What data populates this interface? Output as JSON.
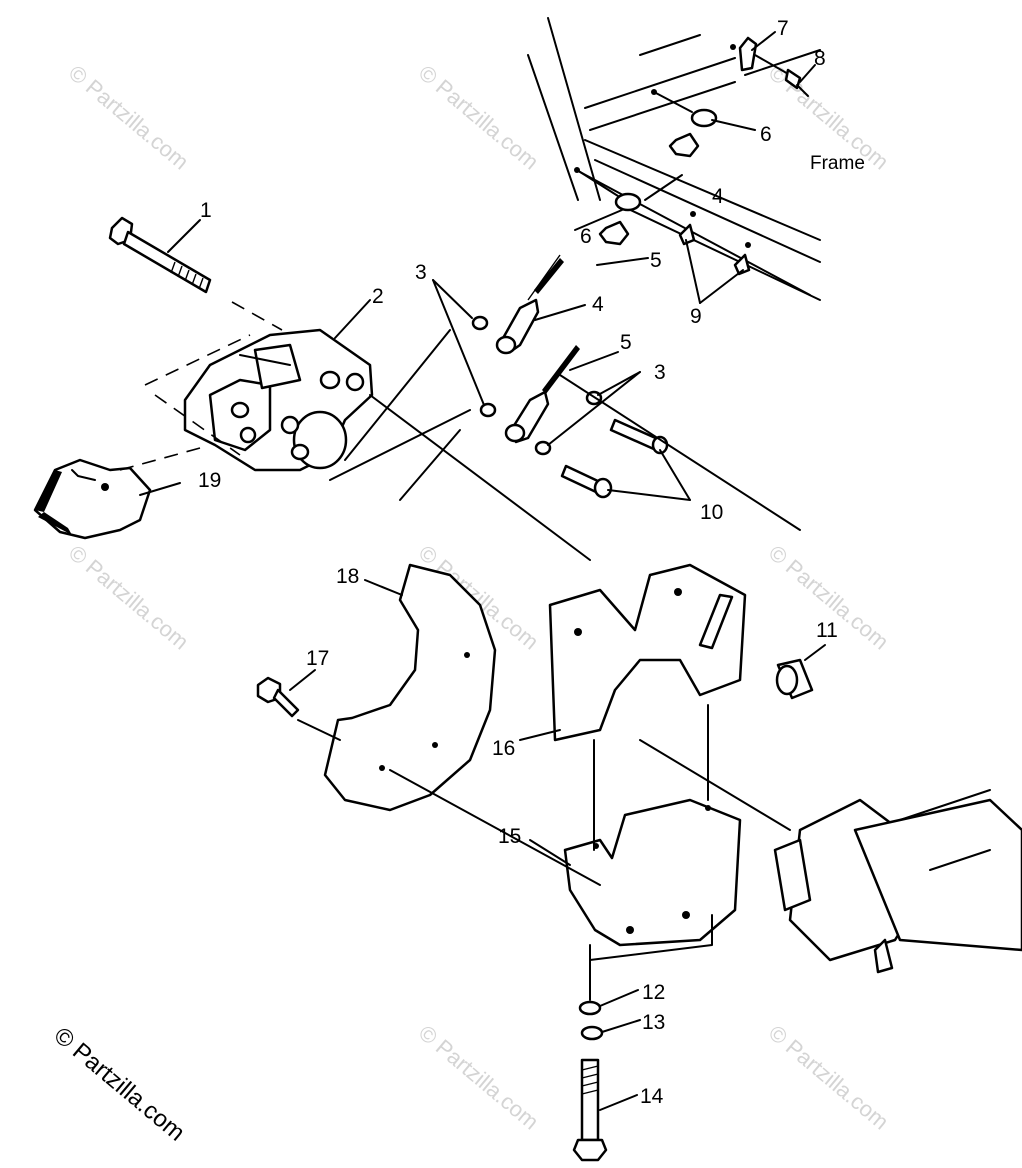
{
  "callouts": {
    "c1": "1",
    "c2": "2",
    "c3a": "3",
    "c3b": "3",
    "c4a": "4",
    "c4b": "4",
    "c5a": "5",
    "c5b": "5",
    "c6a": "6",
    "c6b": "6",
    "c7": "7",
    "c8": "8",
    "c9": "9",
    "c10": "10",
    "c11": "11",
    "c12": "12",
    "c13": "13",
    "c14": "14",
    "c15": "15",
    "c16": "16",
    "c17": "17",
    "c18": "18",
    "c19": "19",
    "frame": "Frame"
  },
  "watermark": "© Partzilla.com",
  "copyright": "© Partzilla.com"
}
